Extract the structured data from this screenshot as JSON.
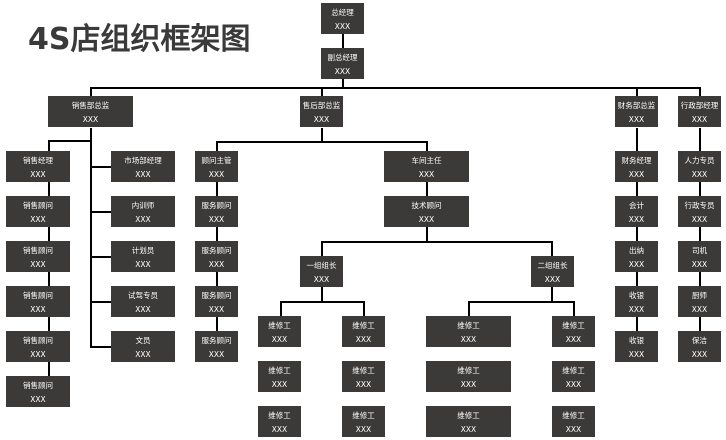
{
  "title": "4S店组织框架图",
  "placeholder_name": "XXX",
  "nodes": {
    "gm": {
      "role": "总经理",
      "name": "XXX"
    },
    "dgm": {
      "role": "副总经理",
      "name": "XXX"
    },
    "sales_dir": {
      "role": "销售部总监",
      "name": "XXX"
    },
    "after_dir": {
      "role": "售后部总监",
      "name": "XXX"
    },
    "fin_dir": {
      "role": "财务部总监",
      "name": "XXX"
    },
    "admin_mgr": {
      "role": "行政部经理",
      "name": "XXX"
    },
    "sales_col": [
      {
        "role": "销售经理",
        "name": "XXX"
      },
      {
        "role": "销售顾问",
        "name": "XXX"
      },
      {
        "role": "销售顾问",
        "name": "XXX"
      },
      {
        "role": "销售顾问",
        "name": "XXX"
      },
      {
        "role": "销售顾问",
        "name": "XXX"
      },
      {
        "role": "销售顾问",
        "name": "XXX"
      }
    ],
    "market_col": [
      {
        "role": "市场部经理",
        "name": "XXX"
      },
      {
        "role": "内训师",
        "name": "XXX"
      },
      {
        "role": "计划员",
        "name": "XXX"
      },
      {
        "role": "试驾专员",
        "name": "XXX"
      },
      {
        "role": "文员",
        "name": "XXX"
      }
    ],
    "service_col": [
      {
        "role": "顾问主管",
        "name": "XXX"
      },
      {
        "role": "服务顾问",
        "name": "XXX"
      },
      {
        "role": "服务顾问",
        "name": "XXX"
      },
      {
        "role": "服务顾问",
        "name": "XXX"
      },
      {
        "role": "服务顾问",
        "name": "XXX"
      }
    ],
    "workshop_col": [
      {
        "role": "车间主任",
        "name": "XXX"
      },
      {
        "role": "技术顾问",
        "name": "XXX"
      }
    ],
    "group1": {
      "role": "一组组长",
      "name": "XXX"
    },
    "group2": {
      "role": "二组组长",
      "name": "XXX"
    },
    "group1_a": [
      {
        "role": "维修工",
        "name": "XXX"
      },
      {
        "role": "维修工",
        "name": "XXX"
      },
      {
        "role": "维修工",
        "name": "XXX"
      }
    ],
    "group1_b": [
      {
        "role": "维修工",
        "name": "XXX"
      },
      {
        "role": "维修工",
        "name": "XXX"
      },
      {
        "role": "维修工",
        "name": "XXX"
      }
    ],
    "group2_a": [
      {
        "role": "维修工",
        "name": "XXX"
      },
      {
        "role": "维修工",
        "name": "XXX"
      },
      {
        "role": "维修工",
        "name": "XXX"
      }
    ],
    "group2_b": [
      {
        "role": "维修工",
        "name": "XXX"
      },
      {
        "role": "维修工",
        "name": "XXX"
      },
      {
        "role": "维修工",
        "name": "XXX"
      }
    ],
    "fin_col": [
      {
        "role": "财务经理",
        "name": "XXX"
      },
      {
        "role": "会计",
        "name": "XXX"
      },
      {
        "role": "出纳",
        "name": "XXX"
      },
      {
        "role": "收银",
        "name": "XXX"
      },
      {
        "role": "收银",
        "name": "XXX"
      }
    ],
    "admin_col": [
      {
        "role": "人力专员",
        "name": "XXX"
      },
      {
        "role": "行政专员",
        "name": "XXX"
      },
      {
        "role": "司机",
        "name": "XXX"
      },
      {
        "role": "厨师",
        "name": "XXX"
      },
      {
        "role": "保洁",
        "name": "XXX"
      }
    ]
  }
}
